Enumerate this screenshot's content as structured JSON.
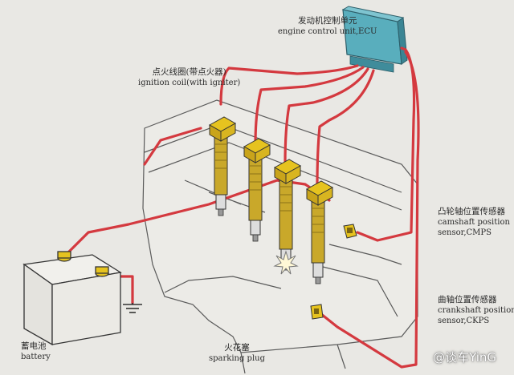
{
  "labels": {
    "ecu": {
      "zh": "发动机控制单元",
      "en": "engine control unit,ECU"
    },
    "ignition_coil": {
      "zh": "点火线圈(带点火器)",
      "en": "ignition coil(with igniter)"
    },
    "camshaft": {
      "zh": "凸轮轴位置传感器",
      "en1": "camshaft position",
      "en2": "sensor,CMPS"
    },
    "crankshaft": {
      "zh": "曲轴位置传感器",
      "en1": "crankshaft position",
      "en2": "sensor,CKPS"
    },
    "spark_plug": {
      "zh": "火花塞",
      "en": "sparking plug"
    },
    "battery": {
      "zh": "蓄电池",
      "en": "battery"
    }
  },
  "watermark": "@谈车YinG",
  "colors": {
    "wire": "#d4393f",
    "ecu": "#4fa6b6",
    "coil_top": "#e6c31f",
    "coil_body": "#c9a82a",
    "engine_line": "#555555",
    "background": "#e9e8e4"
  },
  "icons": [
    "ecu-box-icon",
    "ignition-coil-icon",
    "spark-icon",
    "battery-icon",
    "ground-icon",
    "sensor-icon"
  ]
}
